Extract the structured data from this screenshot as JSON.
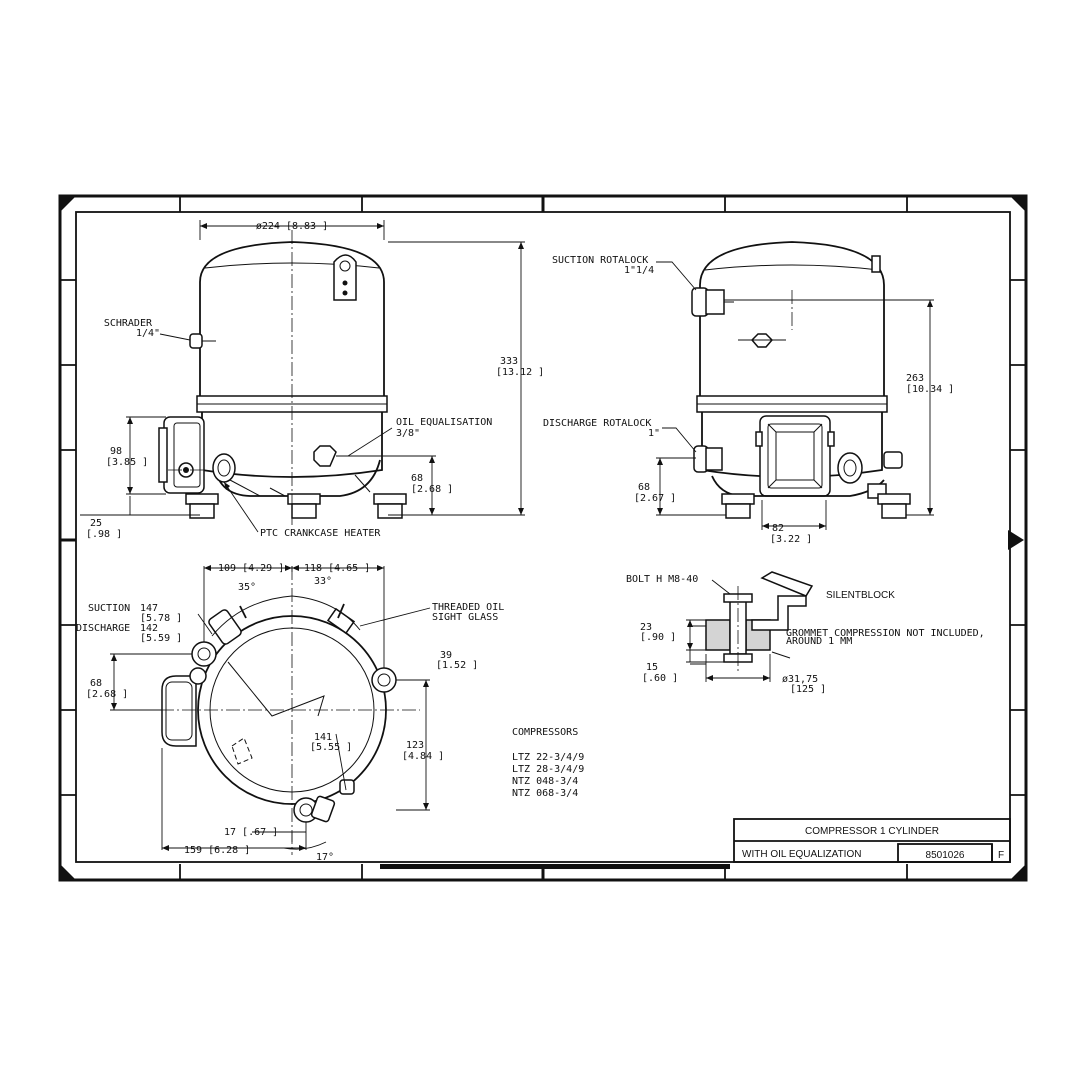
{
  "front_view": {
    "dia_label": "ø224 [8.83 ]",
    "schrader_label": "SCHRADER",
    "schrader_size": "1/4\"",
    "height_mm": "333",
    "height_in": "[13.12 ]",
    "oil_eq_label": "OIL EQUALISATION",
    "oil_eq_size": "3/8\"",
    "oil_eq_h_mm": "68",
    "oil_eq_h_in": "[2.68 ]",
    "box_h_mm": "98",
    "box_h_in": "[3.85 ]",
    "foot_h_mm": "25",
    "foot_h_in": "[.98 ]",
    "ptc_label": "PTC CRANKCASE HEATER"
  },
  "side_view": {
    "suction_label": "SUCTION ROTALOCK",
    "suction_size": "1\"1/4",
    "height_mm": "263",
    "height_in": "[10.34 ]",
    "discharge_label": "DISCHARGE ROTALOCK",
    "discharge_size": "1\"",
    "disch_h_mm": "68",
    "disch_h_in": "[2.67 ]",
    "width_mm": "82",
    "width_in": "[3.22 ]"
  },
  "top_view": {
    "left_w": "109 [4.29 ]",
    "right_w": "118 [4.65 ]",
    "angle_left": "35°",
    "angle_right": "33°",
    "suction_label": "SUCTION",
    "suction_mm": "147",
    "suction_in": "[5.78 ]",
    "discharge_label": "DISCHARGE",
    "discharge_mm": "142",
    "discharge_in": "[5.59 ]",
    "threaded_label": "THREADED OIL",
    "sight_label": "SIGHT GLASS",
    "oil_mm": "39",
    "oil_in": "[1.52 ]",
    "box_mm": "68",
    "box_in": "[2.68 ]",
    "radial_mm": "141",
    "radial_in": "[5.55 ]",
    "mount_mm": "123",
    "mount_in": "[4.84 ]",
    "small_dim": "17 [.67 ]",
    "bottom_w": "159 [6.28 ]",
    "angle_bottom": "17°"
  },
  "silentblock": {
    "bolt_label": "BOLT H M8-40",
    "title": "SILENTBLOCK",
    "h1_mm": "23",
    "h1_in": "[.90 ]",
    "h2_mm": "15",
    "h2_in": "[.60 ]",
    "note1": "GROMMET COMPRESSION NOT INCLUDED,",
    "note2": "AROUND 1 MM",
    "dia_mm": "ø31,75",
    "dia_in": "[125 ]"
  },
  "compressors": {
    "heading": "COMPRESSORS",
    "models": [
      "LTZ 22-3/4/9",
      "LTZ 28-3/4/9",
      "NTZ 048-3/4",
      "NTZ 068-3/4"
    ]
  },
  "title_block": {
    "title": "COMPRESSOR 1 CYLINDER",
    "subtitle": "WITH OIL EQUALIZATION",
    "number": "8501026",
    "revision": "F"
  }
}
